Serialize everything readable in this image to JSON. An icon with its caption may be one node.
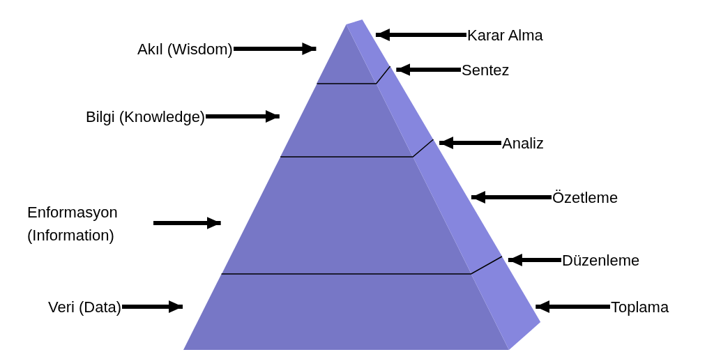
{
  "diagram": {
    "nodes": [
      {
        "text": [],
        "shape": "triangle"
      },
      {
        "text": [],
        "shape": "trapezoid"
      },
      {
        "text": [],
        "shape": "trapezoid"
      },
      {
        "text": [],
        "shape": "trapezoid"
      },
      {
        "text": [
          "Akıl (Wisdom)"
        ]
      },
      {
        "text": [
          "Bilgi (Knowledge)"
        ]
      },
      {
        "text": [
          "Enformasyon (Information)"
        ]
      },
      {
        "text": [
          "Veri (Data)"
        ]
      },
      {
        "text": [
          "Karar Alma"
        ]
      },
      {
        "text": [
          "Sentez"
        ]
      },
      {
        "text": [
          "Analiz"
        ]
      },
      {
        "text": [
          "Özetleme"
        ]
      },
      {
        "text": [
          "Düzenleme"
        ]
      },
      {
        "text": [
          "Toplama"
        ]
      }
    ],
    "edges": [
      {
        "from": 4,
        "to": 0,
        "arrow": "to"
      },
      {
        "from": 5,
        "to": 1,
        "arrow": "to"
      },
      {
        "from": 6,
        "to": 2,
        "arrow": "to"
      },
      {
        "from": 7,
        "to": 3,
        "arrow": "to"
      },
      {
        "from": 8,
        "to": 0,
        "arrow": "to"
      },
      {
        "from": 9,
        "to": 1,
        "arrow": "to"
      },
      {
        "from": 10,
        "to": 2,
        "arrow": "to"
      },
      {
        "from": 11,
        "to": 2,
        "arrow": "to"
      },
      {
        "from": 12,
        "to": 3,
        "arrow": "to"
      },
      {
        "from": 13,
        "to": 3,
        "arrow": "to"
      }
    ]
  }
}
